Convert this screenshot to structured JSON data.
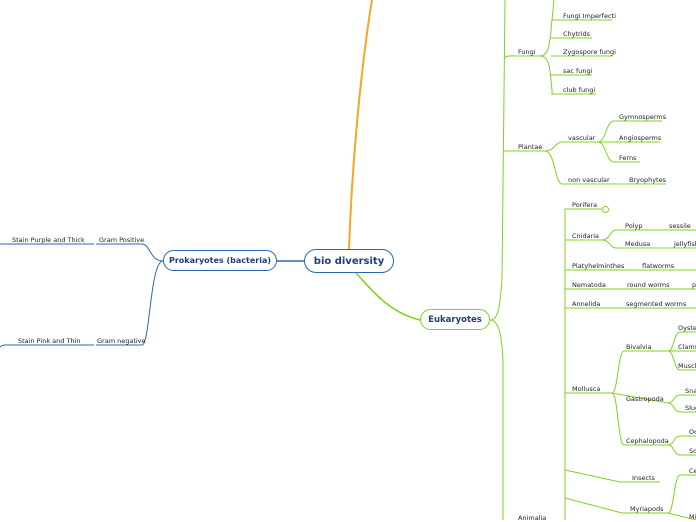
{
  "central": {
    "label": "bio diversity"
  },
  "prokaryotes": {
    "label": "Prokaryotes (bacteria)",
    "gram_positive": {
      "label": "Gram  Positive",
      "child": "Stain Purple and Thick"
    },
    "gram_negative": {
      "label": "Gram negative",
      "child": "Stain Pink and Thin"
    }
  },
  "eukaryotes": {
    "label": "Eukaryotes",
    "fungi": {
      "label": "Fungi",
      "items": [
        "Fungi Imperfecti",
        "Chytrids",
        "Zygospore fungi",
        "sac fungi",
        "club fungi"
      ]
    },
    "plantae": {
      "label": "Plantae",
      "vascular": {
        "label": "vascular",
        "items": [
          "Gymnosperms",
          "Angiosperms",
          "Ferns"
        ]
      },
      "nonvascular": {
        "label": "non vascular",
        "child": "Bryophytes"
      }
    },
    "animalia": {
      "label": "Animalia",
      "porifera": "Porifera",
      "cnidaria": {
        "label": "Cnidaria",
        "polyp": "Polyp",
        "polyp_child": "sessile",
        "medusa": "Medusa",
        "medusa_child": "jellyfish"
      },
      "platyhelminthes": {
        "label": "Platyhelminthes",
        "child": "flatworms"
      },
      "nematoda": {
        "label": "Nematoda",
        "child": "round worms",
        "grandchild": "p"
      },
      "annelida": {
        "label": "Annelida",
        "child": "segmented worms"
      },
      "mollusca": {
        "label": "Mollusca",
        "bivalvia": {
          "label": "Bivalvia",
          "items": [
            "Oyster",
            "Clams",
            "Muscle"
          ]
        },
        "gastropoda": {
          "label": "Gastropoda",
          "items": [
            "Sna",
            "Slug"
          ]
        },
        "cephalopoda": {
          "label": "Cephalopoda",
          "items": [
            "Oc",
            "Sq"
          ]
        }
      },
      "arthropoda": {
        "insects": "Insects",
        "myriapods": "Myriapods",
        "myriapod_items": [
          "Ce",
          "Mi"
        ]
      }
    }
  },
  "colors": {
    "blue": "#2f66b3",
    "green": "#7ed321",
    "orange": "#f5a623"
  }
}
